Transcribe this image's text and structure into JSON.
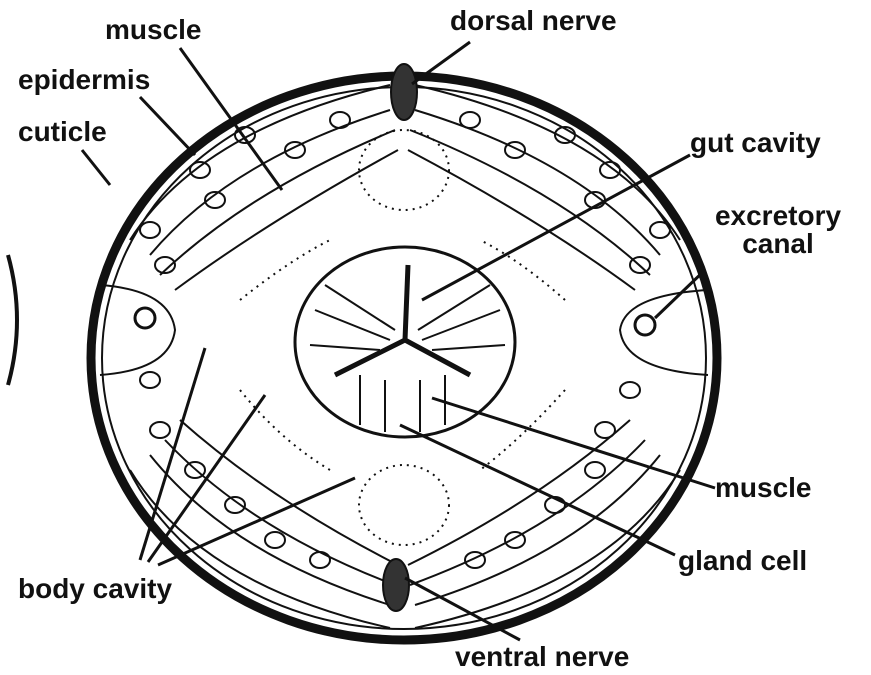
{
  "labels": {
    "muscle_top": "muscle",
    "epidermis": "epidermis",
    "cuticle": "cuticle",
    "dorsal_nerve": "dorsal nerve",
    "gut_cavity": "gut cavity",
    "excretory_canal_1": "excretory",
    "excretory_canal_2": "canal",
    "muscle_right": "muscle",
    "gland_cell": "gland cell",
    "body_cavity": "body cavity",
    "ventral_nerve": "ventral nerve"
  },
  "colors": {
    "ink": "#111111",
    "background": "#ffffff"
  }
}
